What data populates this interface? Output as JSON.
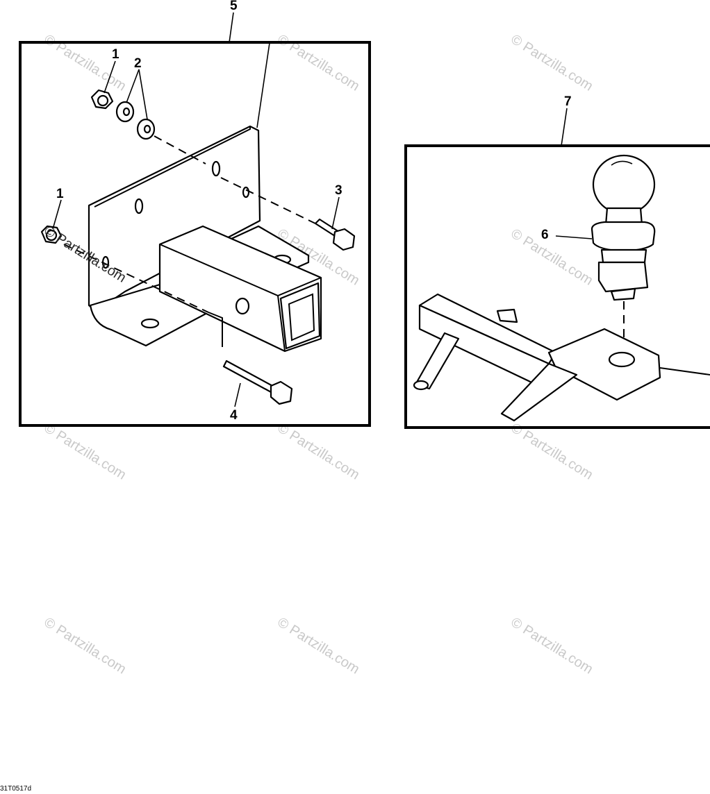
{
  "callouts": {
    "c1a": "1",
    "c1b": "1",
    "c2": "2",
    "c3": "3",
    "c4": "4",
    "c5": "5",
    "c6": "6",
    "c7": "7"
  },
  "watermark": {
    "text": "Partzilla.com",
    "symbol": "©"
  },
  "figure_id": "31T0517d",
  "colors": {
    "ink": "#000000",
    "watermark": "#c9c9c9",
    "background": "#ffffff"
  }
}
